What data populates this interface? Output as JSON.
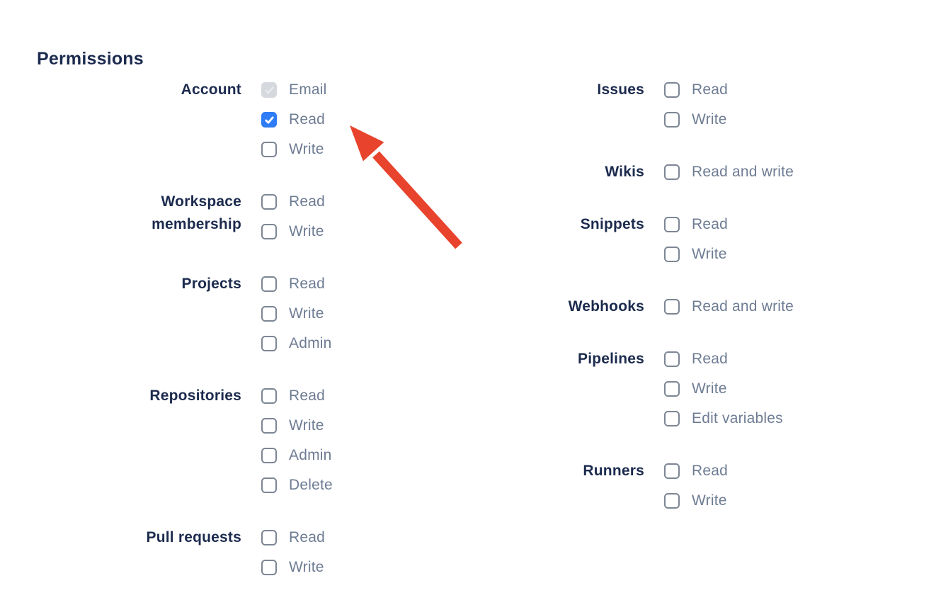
{
  "colors": {
    "heading_text": "#1C2B4E",
    "option_text": "#6E7C93",
    "checkbox_checked_bg": "#2E7CF6",
    "checkbox_border": "#7D8694",
    "checkbox_disabled_bg": "#D5D8DC",
    "checkbox_disabled_check": "#E9EAEC",
    "arrow": "#E8432C"
  },
  "permissions": {
    "heading": "Permissions",
    "columns": [
      {
        "side": "left",
        "groups": [
          {
            "label": "Account",
            "options": [
              {
                "label": "Email",
                "checked": true,
                "disabled": true
              },
              {
                "label": "Read",
                "checked": true,
                "disabled": false
              },
              {
                "label": "Write",
                "checked": false,
                "disabled": false
              }
            ]
          },
          {
            "label": "Workspace membership",
            "options": [
              {
                "label": "Read",
                "checked": false,
                "disabled": false
              },
              {
                "label": "Write",
                "checked": false,
                "disabled": false
              }
            ]
          },
          {
            "label": "Projects",
            "options": [
              {
                "label": "Read",
                "checked": false,
                "disabled": false
              },
              {
                "label": "Write",
                "checked": false,
                "disabled": false
              },
              {
                "label": "Admin",
                "checked": false,
                "disabled": false
              }
            ]
          },
          {
            "label": "Repositories",
            "options": [
              {
                "label": "Read",
                "checked": false,
                "disabled": false
              },
              {
                "label": "Write",
                "checked": false,
                "disabled": false
              },
              {
                "label": "Admin",
                "checked": false,
                "disabled": false
              },
              {
                "label": "Delete",
                "checked": false,
                "disabled": false
              }
            ]
          },
          {
            "label": "Pull requests",
            "options": [
              {
                "label": "Read",
                "checked": false,
                "disabled": false
              },
              {
                "label": "Write",
                "checked": false,
                "disabled": false
              }
            ]
          }
        ]
      },
      {
        "side": "right",
        "groups": [
          {
            "label": "Issues",
            "options": [
              {
                "label": "Read",
                "checked": false,
                "disabled": false
              },
              {
                "label": "Write",
                "checked": false,
                "disabled": false
              }
            ]
          },
          {
            "label": "Wikis",
            "options": [
              {
                "label": "Read and write",
                "checked": false,
                "disabled": false
              }
            ]
          },
          {
            "label": "Snippets",
            "options": [
              {
                "label": "Read",
                "checked": false,
                "disabled": false
              },
              {
                "label": "Write",
                "checked": false,
                "disabled": false
              }
            ]
          },
          {
            "label": "Webhooks",
            "options": [
              {
                "label": "Read and write",
                "checked": false,
                "disabled": false
              }
            ]
          },
          {
            "label": "Pipelines",
            "options": [
              {
                "label": "Read",
                "checked": false,
                "disabled": false
              },
              {
                "label": "Write",
                "checked": false,
                "disabled": false
              },
              {
                "label": "Edit variables",
                "checked": false,
                "disabled": false
              }
            ]
          },
          {
            "label": "Runners",
            "options": [
              {
                "label": "Read",
                "checked": false,
                "disabled": false
              },
              {
                "label": "Write",
                "checked": false,
                "disabled": false
              }
            ]
          }
        ]
      }
    ]
  },
  "annotation": {
    "arrow_color": "#E8432C"
  }
}
